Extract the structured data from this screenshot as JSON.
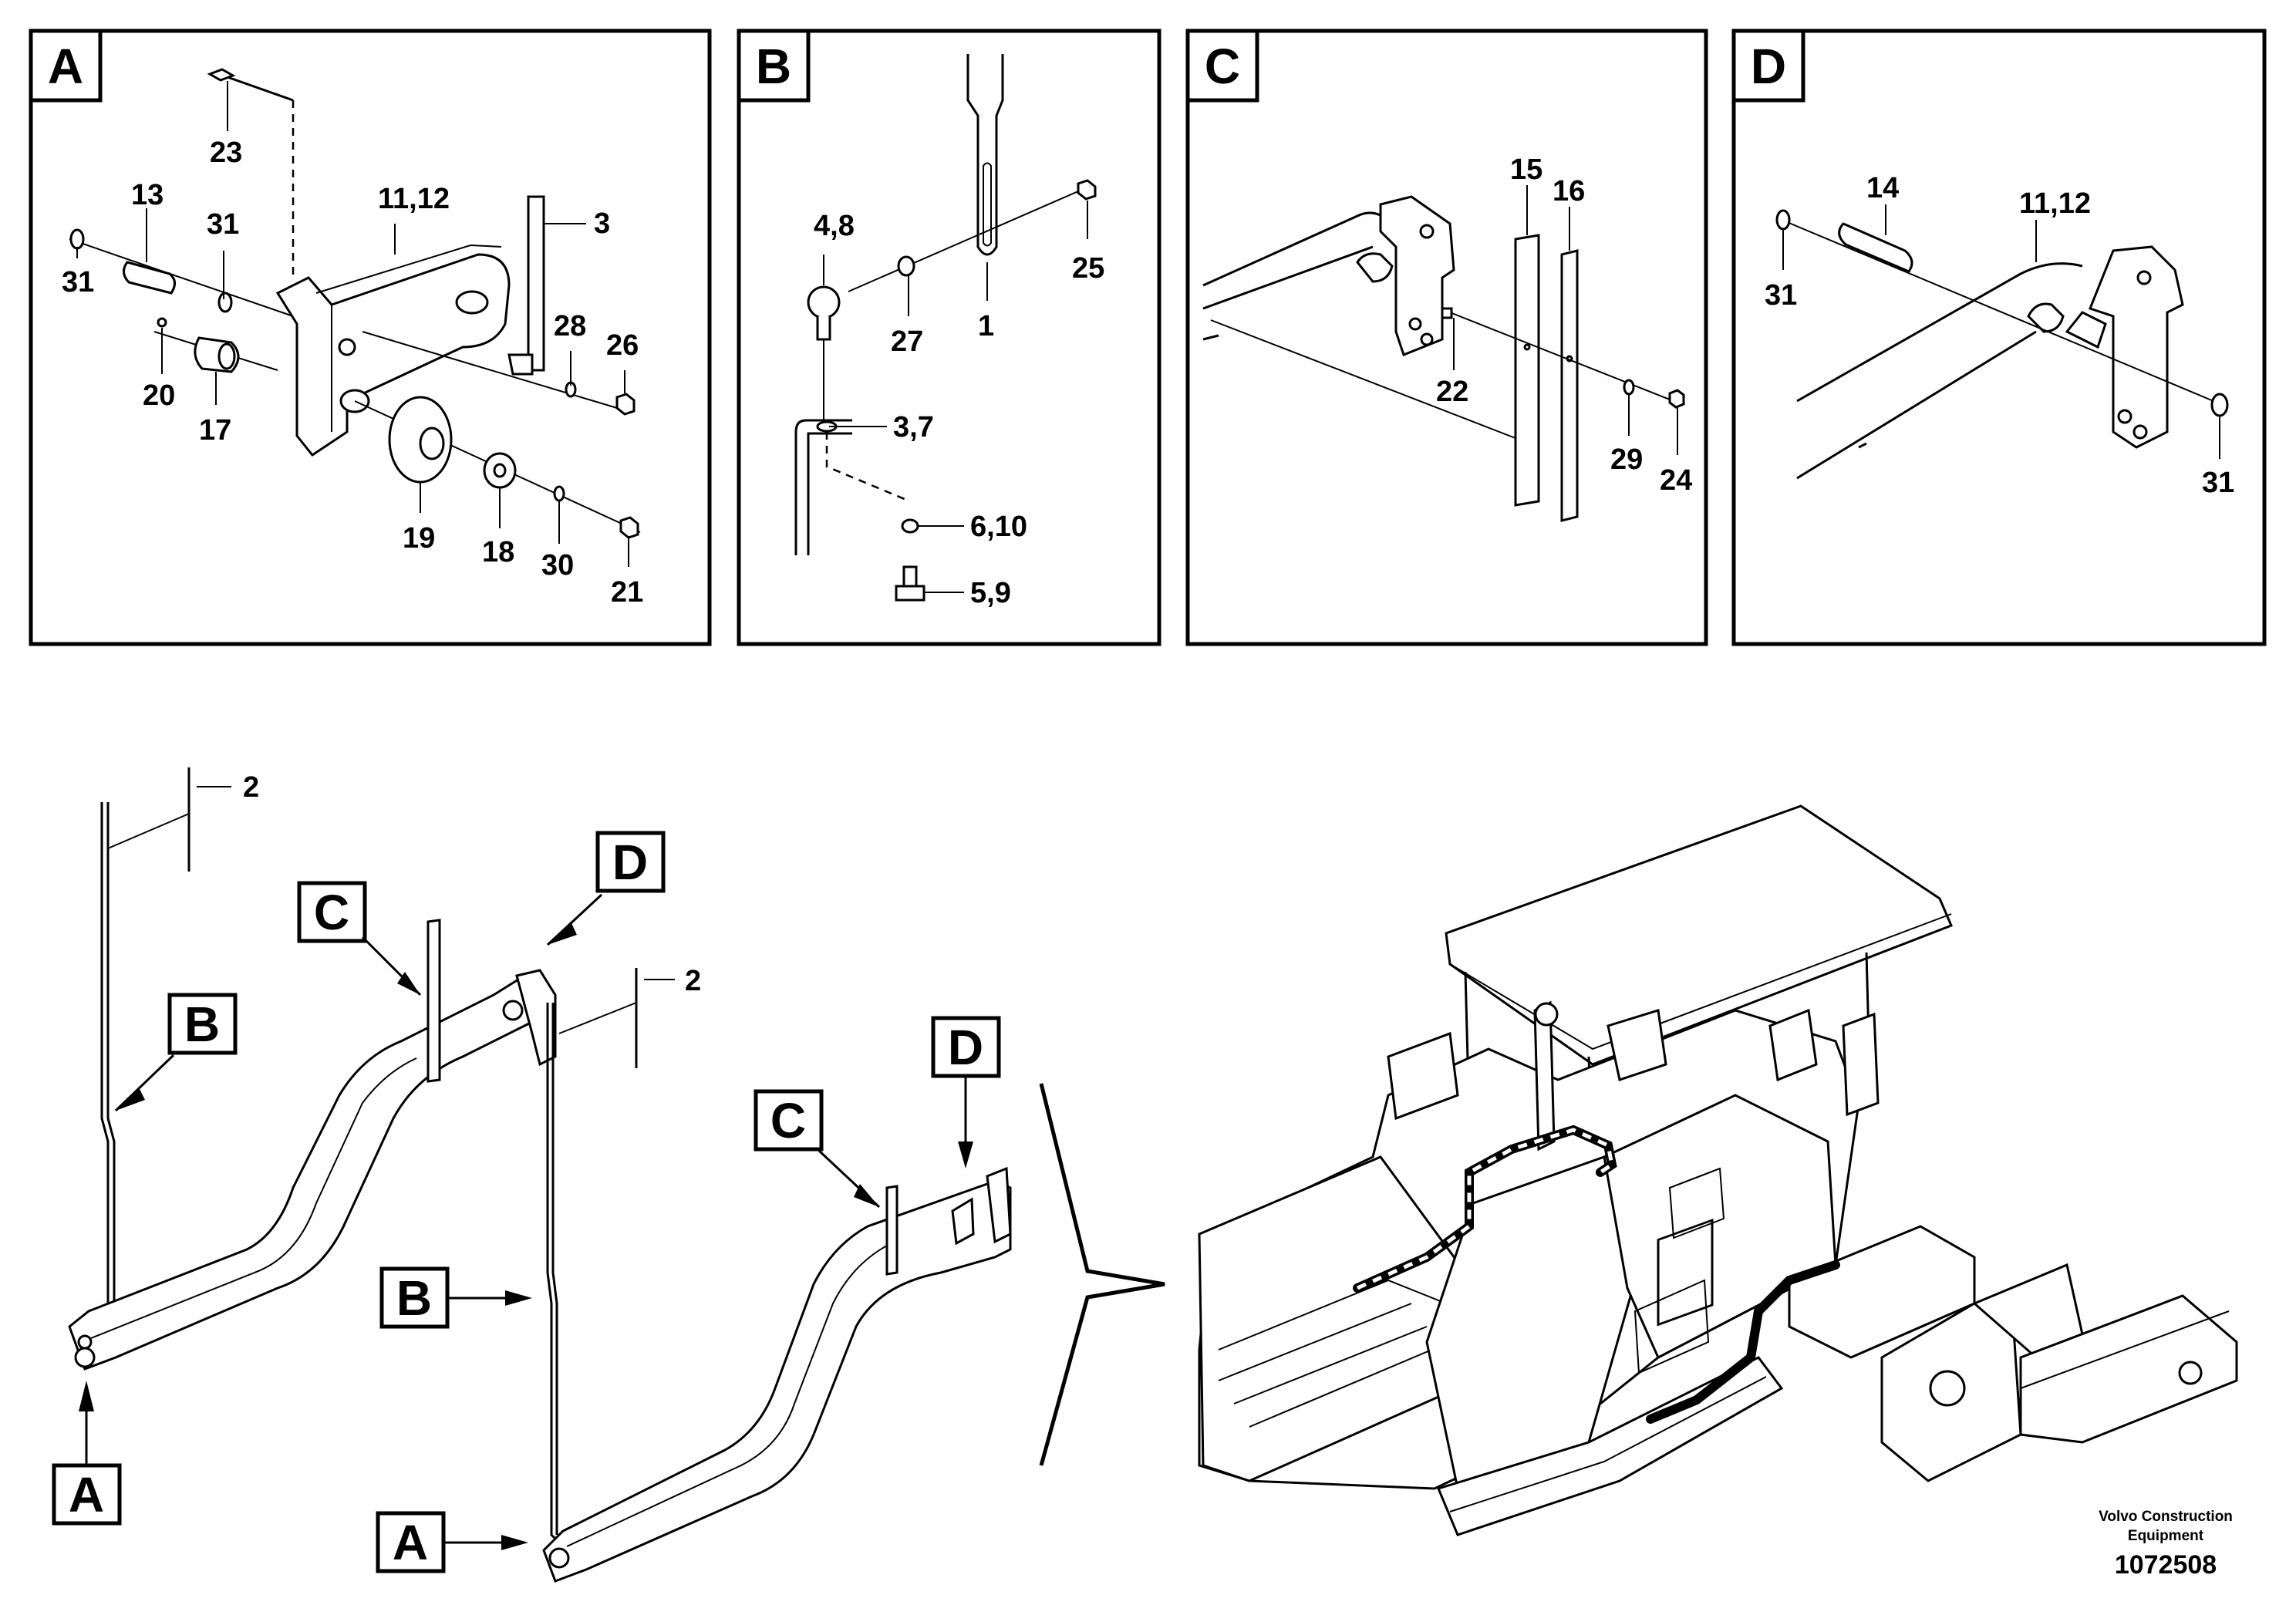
{
  "panels": [
    {
      "id": "A",
      "parts": [
        "23",
        "13",
        "31",
        "11,12",
        "3",
        "31",
        "20",
        "17",
        "28",
        "26",
        "19",
        "18",
        "30",
        "21"
      ]
    },
    {
      "id": "B",
      "parts": [
        "4,8",
        "25",
        "27",
        "1",
        "3,7",
        "6,10",
        "5,9"
      ]
    },
    {
      "id": "C",
      "parts": [
        "15",
        "16",
        "22",
        "29",
        "24"
      ]
    },
    {
      "id": "D",
      "parts": [
        "14",
        "11,12",
        "31",
        "31"
      ]
    }
  ],
  "overview": {
    "callouts_left": [
      "2",
      "C",
      "D",
      "B",
      "A",
      "2"
    ],
    "callouts_right": [
      "C",
      "D",
      "B",
      "A"
    ]
  },
  "footer": {
    "company": "Volvo Construction Equipment",
    "line1": "Volvo Construction",
    "line2": "Equipment",
    "drawing_number": "1072508"
  }
}
